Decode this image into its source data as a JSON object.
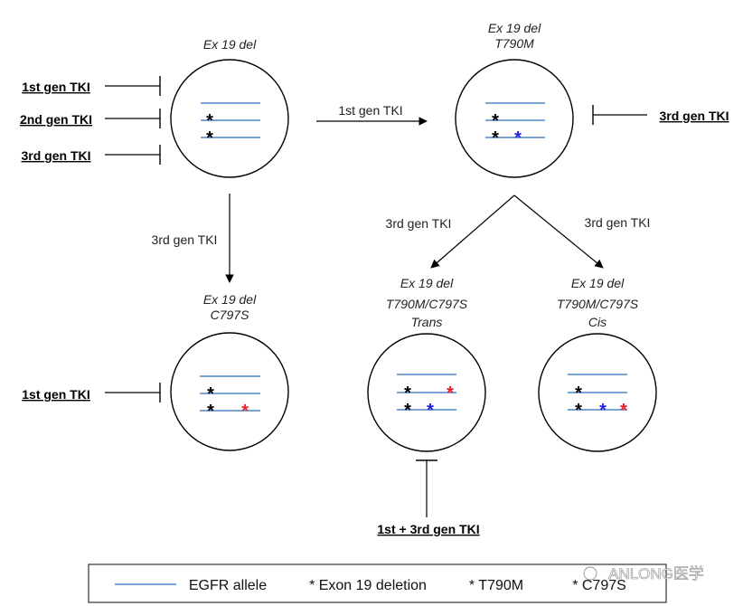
{
  "colors": {
    "allele": "#4f86c6",
    "exon19": "#000000",
    "t790m": "#1f1fe0",
    "c797s": "#e8202a"
  },
  "cells": {
    "top_left": {
      "lines": [
        "Ex 19 del"
      ]
    },
    "top_right": {
      "lines": [
        "Ex 19 del",
        "T790M"
      ]
    },
    "bottom_left": {
      "lines": [
        "Ex 19 del",
        "C797S"
      ]
    },
    "bottom_mid": {
      "lines": [
        "Ex 19 del",
        "T790M/C797S",
        "Trans"
      ]
    },
    "bottom_right": {
      "lines": [
        "Ex 19 del",
        "T790M/C797S",
        "Cis"
      ]
    }
  },
  "drugs": {
    "gen1": "1st gen TKI",
    "gen2": "2nd gen TKI",
    "gen3": "3rd gen TKI",
    "gen3_right": "3rd gen TKI",
    "gen1_bottom": "1st gen TKI",
    "combo": "1st + 3rd  gen TKI"
  },
  "arrows": {
    "to_top_right": "1st gen TKI",
    "to_bottom_left": "3rd gen TKI",
    "to_bottom_mid": "3rd gen TKI",
    "to_bottom_right": "3rd gen TKI"
  },
  "legend": {
    "allele": "EGFR allele",
    "exon19": "* Exon 19 deletion",
    "t790m": "* T790M",
    "c797s": "* C797S"
  },
  "watermark": "ANLONG医学"
}
